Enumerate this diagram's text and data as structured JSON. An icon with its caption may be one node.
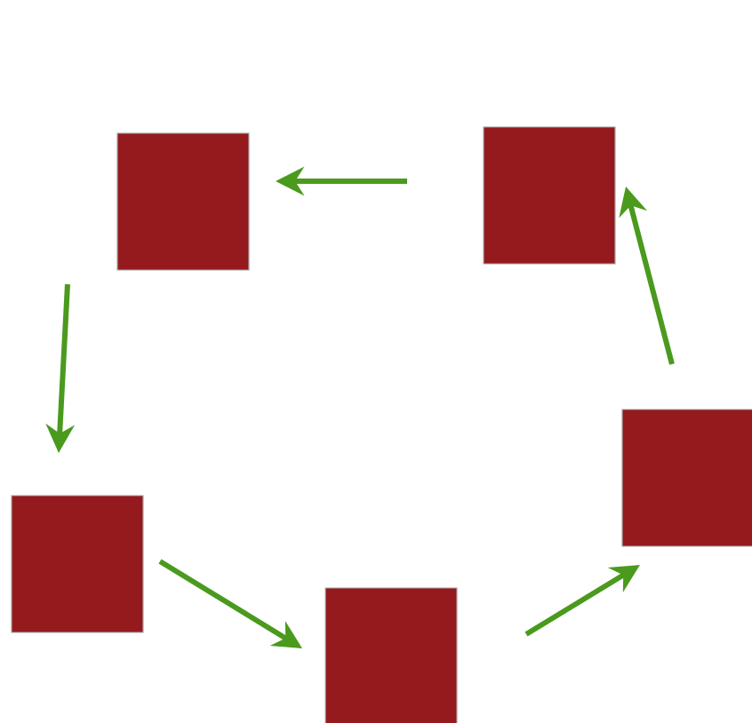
{
  "diagram": {
    "nodes": [
      {
        "text": [],
        "shape": "box"
      },
      {
        "text": [],
        "shape": "box"
      },
      {
        "text": [],
        "shape": "box"
      },
      {
        "text": [],
        "shape": "box"
      },
      {
        "text": [],
        "shape": "box"
      }
    ],
    "edges": [
      {
        "from": 1,
        "to": 0,
        "arrow": "to"
      },
      {
        "from": 0,
        "to": 2,
        "arrow": "to"
      },
      {
        "from": 2,
        "to": 4,
        "arrow": "to"
      },
      {
        "from": 4,
        "to": 3,
        "arrow": "to"
      },
      {
        "from": 3,
        "to": 1,
        "arrow": "to"
      }
    ]
  }
}
